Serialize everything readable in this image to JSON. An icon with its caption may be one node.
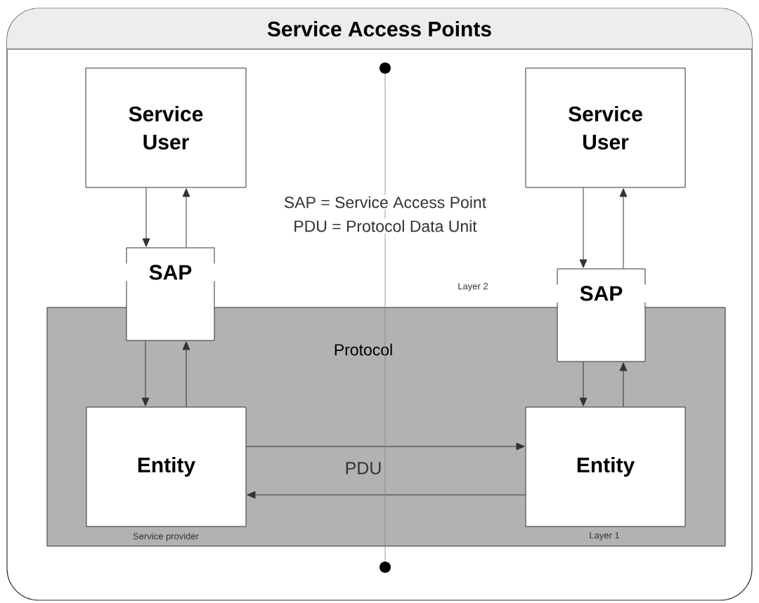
{
  "diagram": {
    "title": "Service Access Points",
    "nodes": [
      {
        "text": [
          "Protocol"
        ]
      },
      {
        "text": [
          "Service User"
        ]
      },
      {
        "text": [
          "Service User"
        ]
      },
      {
        "text": [
          "SAP"
        ]
      },
      {
        "text": [
          "SAP"
        ]
      },
      {
        "text": [
          "Entity"
        ],
        "in": 0,
        "beside": [
          "Service provider"
        ]
      },
      {
        "text": [
          "Entity"
        ],
        "in": 0,
        "beside": [
          "Layer 1"
        ]
      },
      {
        "text": [],
        "shape": "circle"
      },
      {
        "text": [],
        "shape": "circle"
      }
    ],
    "edges": [
      {
        "from": 1,
        "to": 3,
        "arrow": "to"
      },
      {
        "from": 3,
        "to": 1,
        "arrow": "to"
      },
      {
        "from": 2,
        "to": 4,
        "arrow": "to"
      },
      {
        "from": 4,
        "to": 2,
        "arrow": "to"
      },
      {
        "from": 3,
        "to": 5,
        "arrow": "to"
      },
      {
        "from": 5,
        "to": 3,
        "arrow": "to"
      },
      {
        "from": 4,
        "to": 6,
        "arrow": "to"
      },
      {
        "from": 6,
        "to": 4,
        "arrow": "to"
      },
      {
        "from": 5,
        "to": 6,
        "arrow": "to"
      },
      {
        "from": 6,
        "to": 5,
        "arrow": "to"
      },
      {
        "from": 7,
        "to": 8,
        "arrow": "none",
        "style": "dashed"
      }
    ],
    "labels": [
      "SAP = Service Access Point",
      "PDU = Protocol Data Unit",
      "Layer 2",
      "PDU"
    ]
  }
}
